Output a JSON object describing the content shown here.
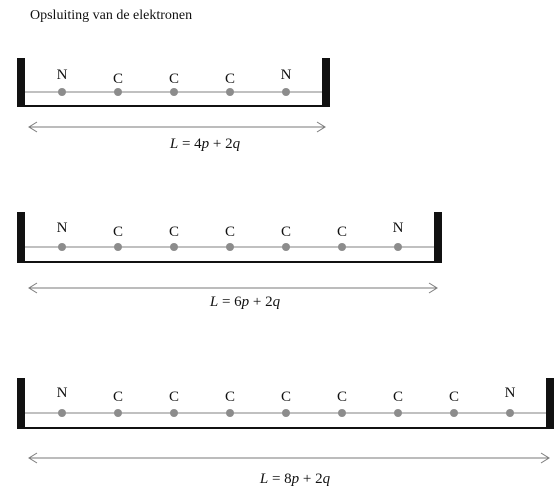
{
  "title": "Opsluiting van de elektronen",
  "colors": {
    "wall": "#111111",
    "chain": "#9a9a9a",
    "atom_dot": "#8c8c8c",
    "arrow": "#7a7a7a",
    "text": "#111111"
  },
  "boxes": [
    {
      "atoms": [
        "N",
        "C",
        "C",
        "C",
        "N"
      ],
      "formula": {
        "var": "L",
        "eq": " = ",
        "k1": "4",
        "p": "p",
        "plus": " + 2",
        "q": "q"
      }
    },
    {
      "atoms": [
        "N",
        "C",
        "C",
        "C",
        "C",
        "C",
        "N"
      ],
      "formula": {
        "var": "L",
        "eq": " = ",
        "k1": "6",
        "p": "p",
        "plus": " + 2",
        "q": "q"
      }
    },
    {
      "atoms": [
        "N",
        "C",
        "C",
        "C",
        "C",
        "C",
        "C",
        "C",
        "N"
      ],
      "formula": {
        "var": "L",
        "eq": " = ",
        "k1": "8",
        "p": "p",
        "plus": " + 2",
        "q": "q"
      }
    }
  ]
}
